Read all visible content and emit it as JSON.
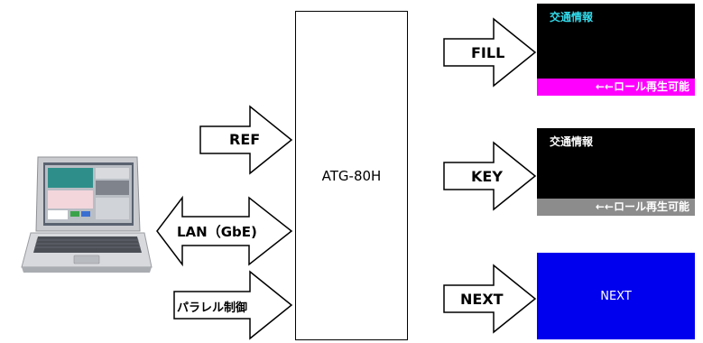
{
  "device": {
    "label": "ATG-80H"
  },
  "arrows": {
    "ref": "REF",
    "lan": "LAN（GbE)",
    "parallel": "パラレル制御",
    "fill": "FILL",
    "key": "KEY",
    "next": "NEXT"
  },
  "screens": {
    "fill": {
      "title": "交通情報",
      "ticker": "←←ロール再生可能",
      "bg": "#000000",
      "title_color": "#33ddee",
      "ticker_bg": "#ff00ff"
    },
    "key": {
      "title": "交通情報",
      "ticker": "←←ロール再生可能",
      "bg": "#000000",
      "title_color": "#ffffff",
      "ticker_bg": "#8c8c8c"
    },
    "next": {
      "label": "NEXT",
      "bg": "#0000ee"
    }
  },
  "laptop": {
    "icon": "laptop-icon"
  }
}
